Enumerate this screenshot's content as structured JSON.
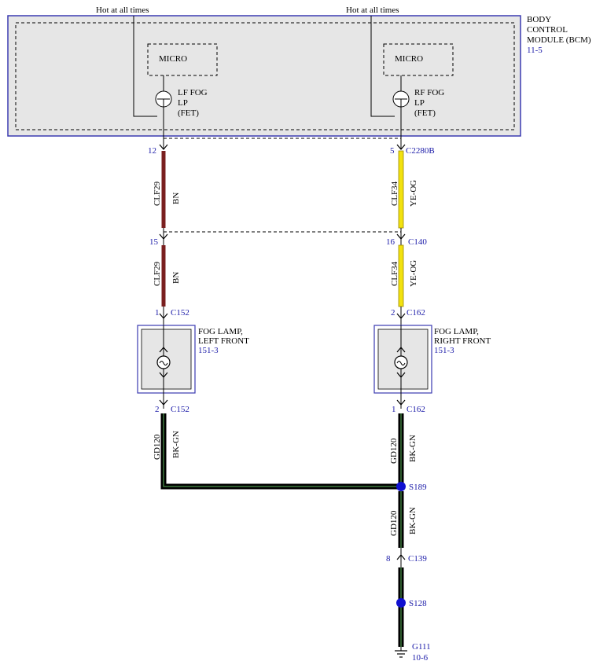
{
  "colors": {
    "module_fill": "#e6e6e6",
    "module_border": "#3a3ab0",
    "ref_text": "#1a1aa8",
    "splice_dot": "#1010d0",
    "wire_bn": "#7a1f1f",
    "wire_ye_og": "#f2e20f",
    "wire_bk_gn": "#000000"
  },
  "power_labels": {
    "left": "Hot at all times",
    "right": "Hot at all times"
  },
  "bcm": {
    "line1": "BODY",
    "line2": "CONTROL",
    "line3": "MODULE (BCM)",
    "ref": "11-5"
  },
  "micro": {
    "left": "MICRO",
    "right": "MICRO"
  },
  "fet_left": {
    "line1": "LF FOG",
    "line2": "LP",
    "line3": "(FET)"
  },
  "fet_right": {
    "line1": "RF FOG",
    "line2": "LP",
    "line3": "(FET)"
  },
  "pins": {
    "bcm_left": "12",
    "bcm_right": "5",
    "bcm_connector": "C2280B",
    "mid_left": "15",
    "mid_right": "16",
    "mid_connector": "C140",
    "lamp_left_top": "1",
    "lamp_left_top_conn": "C152",
    "lamp_right_top": "2",
    "lamp_right_top_conn": "C162",
    "lamp_left_bot": "2",
    "lamp_left_bot_conn": "C152",
    "lamp_right_bot": "1",
    "lamp_right_bot_conn": "C162",
    "c139_pin": "8",
    "c139": "C139"
  },
  "wires": {
    "left_upper": {
      "circuit": "CLF29",
      "color": "BN"
    },
    "left_mid": {
      "circuit": "CLF29",
      "color": "BN"
    },
    "right_upper": {
      "circuit": "CLF34",
      "color": "YE-OG"
    },
    "right_mid": {
      "circuit": "CLF34",
      "color": "YE-OG"
    },
    "left_ground": {
      "circuit": "GD120",
      "color": "BK-GN"
    },
    "right_ground": {
      "circuit": "GD120",
      "color": "BK-GN"
    },
    "common_ground": {
      "circuit": "GD120",
      "color": "BK-GN"
    }
  },
  "lamps": {
    "left": {
      "line1": "FOG LAMP,",
      "line2": "LEFT FRONT",
      "ref": "151-3"
    },
    "right": {
      "line1": "FOG LAMP,",
      "line2": "RIGHT FRONT",
      "ref": "151-3"
    }
  },
  "splices": {
    "s189": "S189",
    "s128": "S128"
  },
  "ground": {
    "name": "G111",
    "ref": "10-6"
  }
}
